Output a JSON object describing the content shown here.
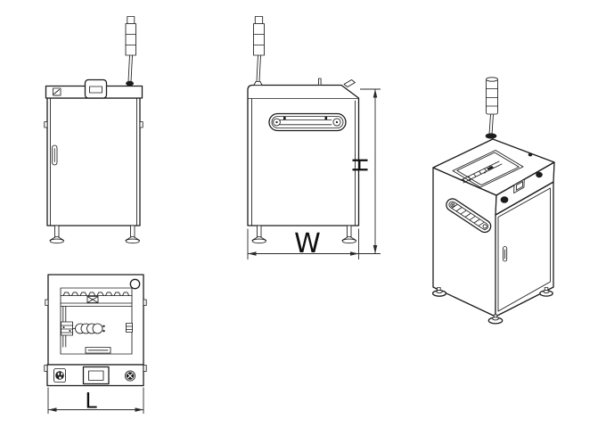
{
  "drawing": {
    "dimension_labels": {
      "width": "W",
      "height": "H",
      "length": "L"
    },
    "colors": {
      "background": "#ffffff",
      "line": "#1c1c1c",
      "dimension_line": "#2b2b2b",
      "label_text": "#0f0f0f"
    }
  }
}
